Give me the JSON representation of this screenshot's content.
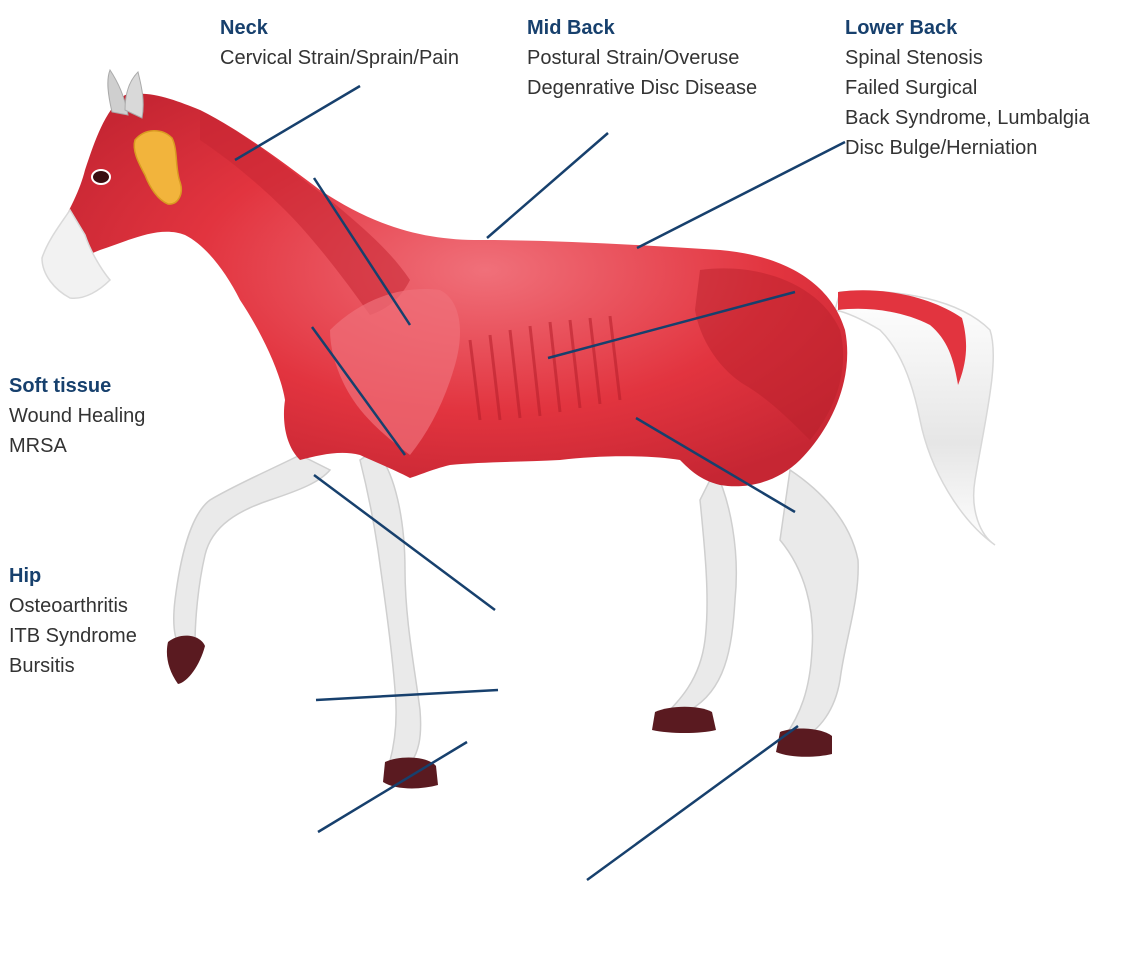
{
  "labels": {
    "neck": {
      "title": "Neck",
      "items": [
        "Cervical Strain/Sprain/Pain"
      ]
    },
    "mid_back": {
      "title": "Mid Back",
      "items": [
        "Postural Strain/Overuse",
        "Degenrative Disc Disease"
      ]
    },
    "lower_back": {
      "title": "Lower Back",
      "items": [
        "Spinal Stenosis",
        "Failed Surgical",
        "Back Syndrome, Lumbalgia",
        "Disc Bulge/Herniation"
      ]
    },
    "soft_tissue": {
      "title": "Soft tissue",
      "items": [
        "Wound Healing",
        "MRSA"
      ]
    },
    "hip": {
      "title": "Hip",
      "items": [
        "Osteoarthritis",
        "ITB Syndrome",
        "Bursitis"
      ]
    }
  },
  "colors": {
    "label_title": "#17406d",
    "label_text": "#333333",
    "leader_line": "#17406d",
    "muscle": "#e2343f",
    "muscle_dark": "#b51e2a",
    "muscle_light": "#f0707a",
    "tendon": "#ececec",
    "hoof": "#5a1a20",
    "gland": "#f2b43c"
  },
  "icons": {
    "illustration": "horse-muscle-anatomy-illustration"
  }
}
